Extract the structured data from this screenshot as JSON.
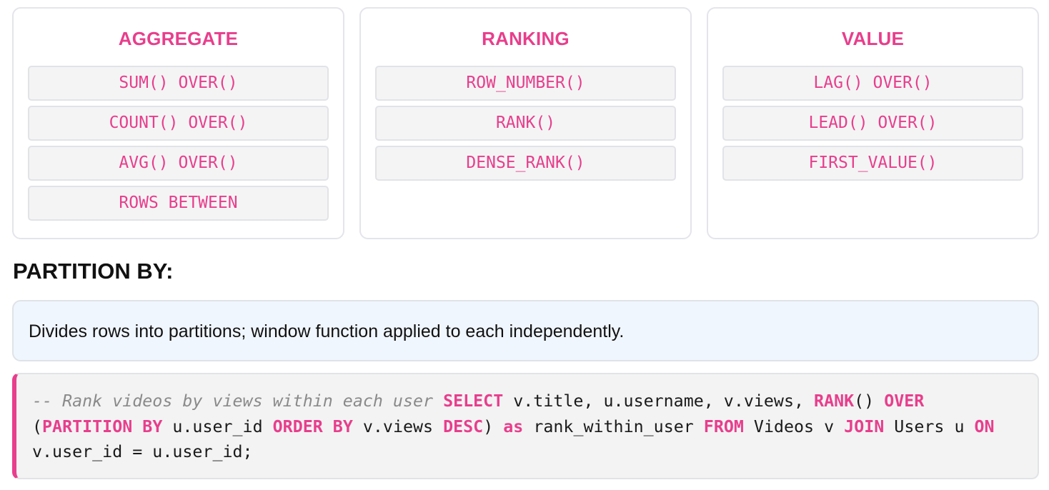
{
  "cards": [
    {
      "title": "AGGREGATE",
      "items": [
        "SUM() OVER()",
        "COUNT() OVER()",
        "AVG() OVER()",
        "ROWS BETWEEN"
      ]
    },
    {
      "title": "RANKING",
      "items": [
        "ROW_NUMBER()",
        "RANK()",
        "DENSE_RANK()"
      ]
    },
    {
      "title": "VALUE",
      "items": [
        "LAG() OVER()",
        "LEAD() OVER()",
        "FIRST_VALUE()"
      ]
    }
  ],
  "partition": {
    "heading": "PARTITION BY:",
    "description": "Divides rows into partitions; window function applied to each independently."
  },
  "code": {
    "tokens": [
      {
        "t": "c",
        "v": "-- Rank videos by views within each user"
      },
      {
        "t": "p",
        "v": " "
      },
      {
        "t": "k",
        "v": "SELECT"
      },
      {
        "t": "p",
        "v": " v.title, u.username, v.views, "
      },
      {
        "t": "k",
        "v": "RANK"
      },
      {
        "t": "p",
        "v": "() "
      },
      {
        "t": "k",
        "v": "OVER"
      },
      {
        "t": "p",
        "v": " ("
      },
      {
        "t": "k",
        "v": "PARTITION BY"
      },
      {
        "t": "p",
        "v": " u.user_id "
      },
      {
        "t": "k",
        "v": "ORDER BY"
      },
      {
        "t": "p",
        "v": " v.views "
      },
      {
        "t": "k",
        "v": "DESC"
      },
      {
        "t": "p",
        "v": ") "
      },
      {
        "t": "k",
        "v": "as"
      },
      {
        "t": "p",
        "v": " rank_within_user "
      },
      {
        "t": "k",
        "v": "FROM"
      },
      {
        "t": "p",
        "v": " Videos v "
      },
      {
        "t": "k",
        "v": "JOIN"
      },
      {
        "t": "p",
        "v": " Users u "
      },
      {
        "t": "k",
        "v": "ON"
      },
      {
        "t": "p",
        "v": " v.user_id = u.user_id;"
      }
    ]
  },
  "colors": {
    "accent": "#e83e8c",
    "comment": "#8a8a8a",
    "desc_bg": "#f0f6fd",
    "chip_bg": "#f4f4f5"
  }
}
